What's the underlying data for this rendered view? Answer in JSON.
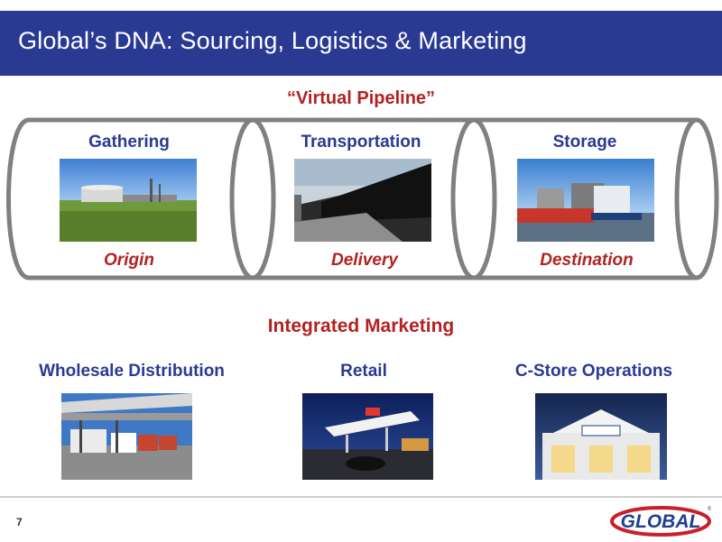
{
  "slide": {
    "title": "Global’s DNA: Sourcing, Logistics & Marketing",
    "subtitle": "“Virtual Pipeline”",
    "page_number": "7"
  },
  "pipeline": [
    {
      "stage": "Gathering",
      "caption": "Origin"
    },
    {
      "stage": "Transportation",
      "caption": "Delivery"
    },
    {
      "stage": "Storage",
      "caption": "Destination"
    }
  ],
  "marketing": {
    "heading": "Integrated Marketing",
    "items": [
      {
        "label": "Wholesale Distribution"
      },
      {
        "label": "Retail"
      },
      {
        "label": "C-Store Operations"
      }
    ]
  },
  "logo": {
    "text": "GLOBAL"
  },
  "colors": {
    "title_bar": "#2a3a92",
    "accent_red": "#b22222",
    "label_blue": "#2a3a92",
    "pipe_gray": "#808080"
  }
}
